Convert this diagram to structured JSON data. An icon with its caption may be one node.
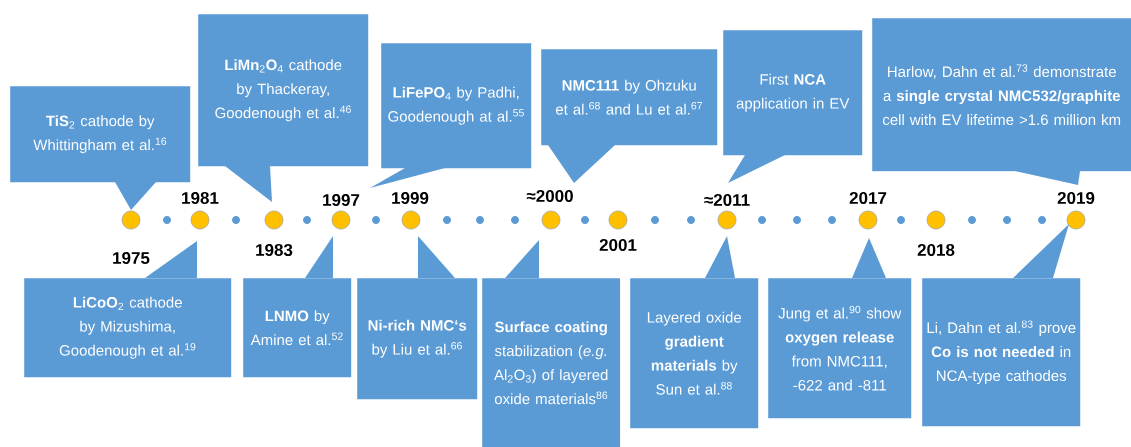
{
  "diagram": {
    "nodes": [
      {
        "text": [
          "**TiS**$_{2}$ cathode by Whittingham et al.$^{16}$"
        ]
      },
      {
        "text": [
          "**LiMn**$_{2}$**O**$_{4}$ cathode by Thackeray, Goodenough et al.$^{46}$"
        ]
      },
      {
        "text": [
          "**LiFePO**$_{4}$ by Padhi, Goodenough at al.$^{55}$"
        ]
      },
      {
        "text": [
          "**NMC111** by Ohzuku et al.$^{68}$ and Lu et al.$^{67}$"
        ]
      },
      {
        "text": [
          "First **NCA** application in EV"
        ]
      },
      {
        "text": [
          "Harlow, Dahn et al.$^{73}$ demonstrate a **single crystal NMC532/graphite** cell with EV lifetime >1.6 million km"
        ]
      },
      {
        "text": [
          "**LiCoO**$_{2}$ cathode by Mizushima, Goodenough et al.$^{19}$"
        ]
      },
      {
        "text": [
          "**LNMO** by Amine et al.$^{52}$"
        ]
      },
      {
        "text": [
          "**Ni-rich NMC‘s** by Liu et al.$^{66}$"
        ]
      },
      {
        "text": [
          "**Surface coating** stabilization (*e.g.* Al$_{2}$O$_{3}$) of layered oxide materials$^{86}$"
        ]
      },
      {
        "text": [
          "Layered oxide **gradient materials** by Sun et al.$^{88}$"
        ]
      },
      {
        "text": [
          "Jung et al.$^{90}$ show **oxygen release** from NMC111, -622 and -811"
        ]
      },
      {
        "text": [
          "Li, Dahn et al.$^{83}$ prove **Co is not needed** in NCA-type cathodes"
        ]
      }
    ],
    "labels": [
      "1981",
      "1997",
      "1999",
      "≈2000",
      "≈2011",
      "2017",
      "2019",
      "1975",
      "1983",
      "2001",
      "2018"
    ]
  }
}
